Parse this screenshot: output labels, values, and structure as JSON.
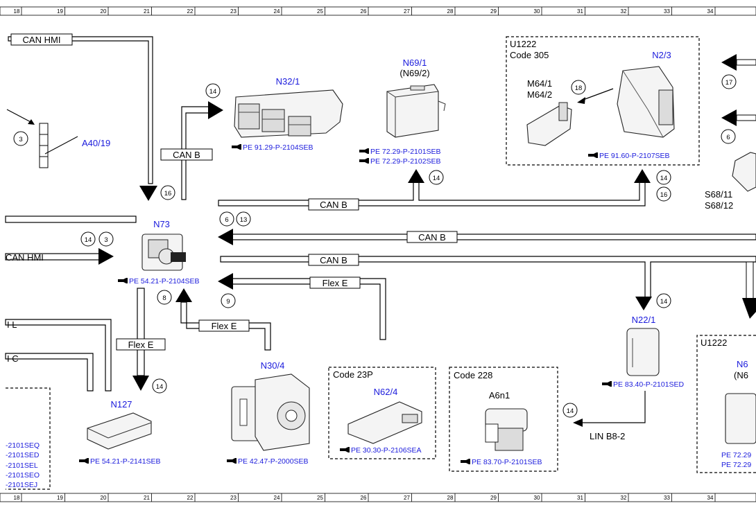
{
  "ruler": [
    "18",
    "19",
    "20",
    "21",
    "22",
    "23",
    "24",
    "25",
    "26",
    "27",
    "28",
    "29",
    "30",
    "31",
    "32",
    "33",
    "34"
  ],
  "bus_labels": {
    "can_hmi_top": "CAN HMI",
    "can_hmi_left": "CAN HMI",
    "can_b_vertical": "CAN B",
    "can_b_upper": "CAN B",
    "can_b_middle": "CAN B",
    "can_b_lower": "CAN B",
    "flex_e_right": "Flex E",
    "flex_e_mid": "Flex E",
    "flex_e_n127": "Flex E",
    "lin": "LIN B8-2",
    "left_stub_1": "I L",
    "left_stub_2": "I C"
  },
  "components": {
    "n32_1": "N32/1",
    "n69_1": "N69/1",
    "n69_2": "(N69/2)",
    "n2_3": "N2/3",
    "u1222_top": "U1222",
    "code305": "Code 305",
    "m64_1": "M64/1",
    "m64_2": "M64/2",
    "a40_19": "A40/19",
    "n73": "N73",
    "s68_11": "S68/11",
    "s68_12": "S68/12",
    "n22_1": "N22/1",
    "n127": "N127",
    "n30_4": "N30/4",
    "code23p": "Code 23P",
    "n62_4": "N62/4",
    "code228": "Code 228",
    "a6n1": "A6n1",
    "u1222_bottom": "U1222",
    "n6_partial": "N6",
    "n6_paren_partial": "(N6"
  },
  "references": {
    "n32_1": "PE 91.29-P-2104SEB",
    "n69_1a": "PE 72.29-P-2101SEB",
    "n69_1b": "PE 72.29-P-2102SEB",
    "n2_3": "PE 91.60-P-2107SEB",
    "n73": "PE 54.21-P-2104SEB",
    "n22_1": "PE 83.40-P-2101SED",
    "n127": "PE 54.21-P-2141SEB",
    "n30_4": "PE 42.47-P-2000SEB",
    "n62_4": "PE 30.30-P-2106SEA",
    "a6n1": "PE 83.70-P-2101SEB",
    "right_a": "PE 72.29",
    "right_b": "PE 72.29",
    "left_list": [
      "-2101SEQ",
      "-2101SED",
      "-2101SEL",
      "-2101SEO",
      "-2101SEJ"
    ]
  },
  "circles": {
    "c3_left": "3",
    "c14_n32": "14",
    "c16_n73": "16",
    "c18": "18",
    "c17": "17",
    "c6_right": "6",
    "c14_n69": "14",
    "c14_n23": "14",
    "c16_n23": "16",
    "c6_bus": "6",
    "c13_bus": "13",
    "c14_hmi": "14",
    "c3_hmi": "3",
    "c8": "8",
    "c9": "9",
    "c14_n22": "14",
    "c14_n127": "14",
    "c14_lin": "14"
  }
}
